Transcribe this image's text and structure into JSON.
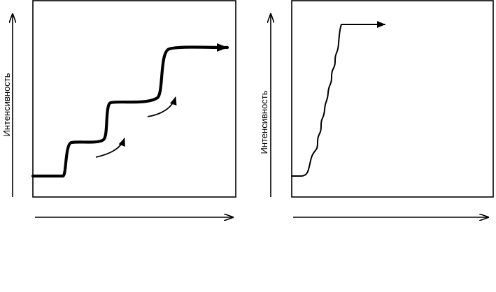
{
  "panels": [
    {
      "ylabel": "Интенсивность",
      "curve": "step",
      "stroke_color": "#000000"
    },
    {
      "ylabel": "Интенсивность",
      "curve": "wavy-rise",
      "stroke_color": "#000000"
    }
  ],
  "colors": {
    "ink": "#000000",
    "background": "#ffffff"
  }
}
